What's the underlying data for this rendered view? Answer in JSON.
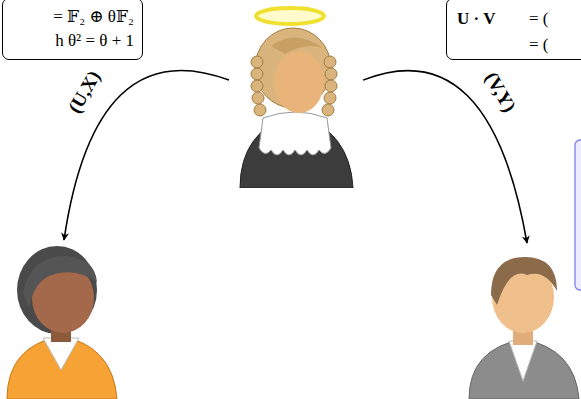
{
  "diagram": {
    "nodes": [
      {
        "text": [
          "= 𝔽₂ ⊕ θ𝔽₂",
          "h θ² = θ + 1"
        ]
      },
      {
        "text": []
      },
      {
        "text": [
          "U · V",
          "= (",
          "= ("
        ]
      },
      {
        "text": []
      },
      {
        "text": []
      }
    ],
    "edges": [
      {
        "from": 1,
        "to": 3,
        "arrow": "to",
        "label": "(U,X)"
      },
      {
        "from": 1,
        "to": 4,
        "arrow": "to",
        "label": "(V,Y)"
      }
    ]
  }
}
